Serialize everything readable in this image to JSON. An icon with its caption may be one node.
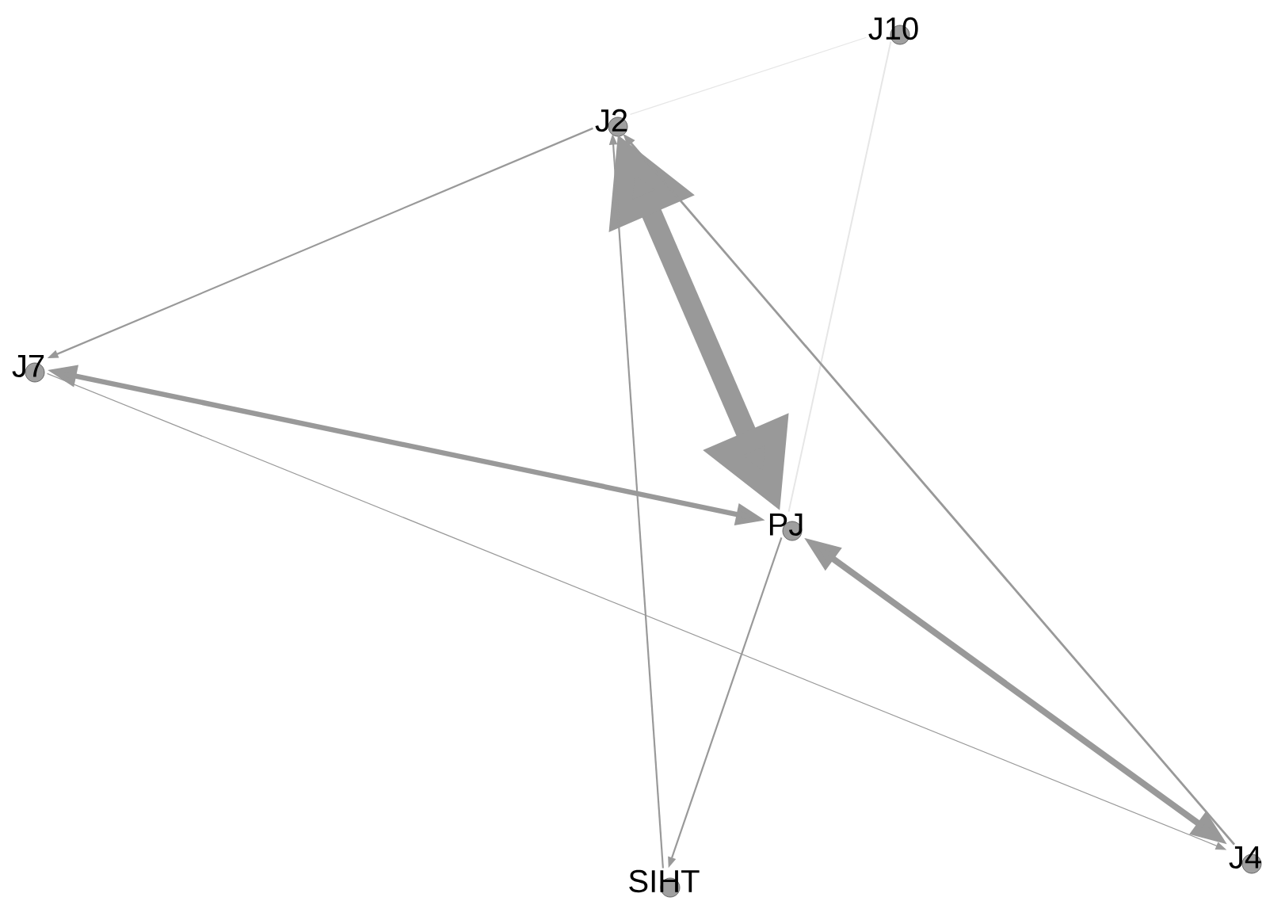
{
  "diagram": {
    "nodes": [
      {
        "text": [
          "J10"
        ]
      },
      {
        "text": [
          "J2"
        ]
      },
      {
        "text": [
          "J7"
        ]
      },
      {
        "text": [
          "PJ"
        ]
      },
      {
        "text": [
          "SIHT"
        ]
      },
      {
        "text": [
          "J4"
        ]
      }
    ],
    "edges": [
      {
        "from": 1,
        "to": 0,
        "arrow": "none",
        "color": "#e6e6e6"
      },
      {
        "from": 0,
        "to": 3,
        "arrow": "none",
        "color": "#e6e6e6"
      },
      {
        "from": 1,
        "to": 2,
        "arrow": "to"
      },
      {
        "from": 1,
        "to": 3,
        "arrow": "both",
        "style": "thick"
      },
      {
        "from": 3,
        "to": 2,
        "arrow": "both",
        "style": "thick"
      },
      {
        "from": 2,
        "to": 5,
        "arrow": "to"
      },
      {
        "from": 3,
        "to": 5,
        "arrow": "both",
        "style": "thick"
      },
      {
        "from": 5,
        "to": 1,
        "arrow": "to"
      },
      {
        "from": 4,
        "to": 1,
        "arrow": "to"
      },
      {
        "from": 3,
        "to": 4,
        "arrow": "to"
      }
    ]
  }
}
